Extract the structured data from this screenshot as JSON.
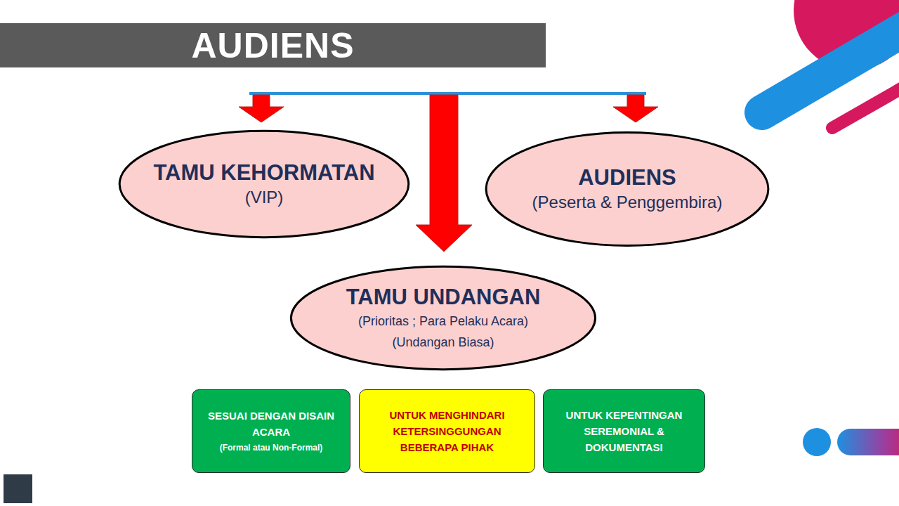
{
  "diagram": {
    "title": "AUDIENS",
    "nodes": [
      {
        "text": [
          "TAMU KEHORMATAN",
          "(VIP)"
        ]
      },
      {
        "text": [
          "AUDIENS",
          "(Peserta & Penggembira)"
        ]
      },
      {
        "text": [
          "TAMU UNDANGAN",
          "(Prioritas ; Para Pelaku Acara)",
          "(Undangan Biasa)"
        ]
      },
      {
        "text": [
          "SESUAI DENGAN DISAIN ACARA",
          "(Formal atau Non-Formal)"
        ]
      },
      {
        "text": [
          "UNTUK MENGHINDARI KETERSINGGUNGAN BEBERAPA PIHAK"
        ]
      },
      {
        "text": [
          "UNTUK KEPENTINGAN SEREMONIAL & DOKUMENTASI"
        ]
      }
    ]
  }
}
